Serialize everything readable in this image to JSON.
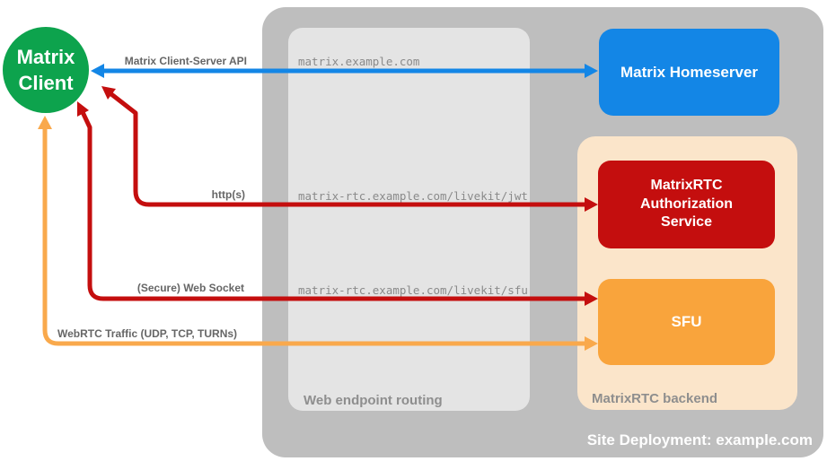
{
  "title": "Site Deployment: example.com",
  "client": {
    "line1": "Matrix",
    "line2": "Client",
    "color": "#0da34d"
  },
  "homeserver": {
    "label": "Matrix Homeserver",
    "color": "#1386e6"
  },
  "auth_service": {
    "label": "MatrixRTC Authorization Service",
    "color": "#c40e0e"
  },
  "sfu": {
    "label": "SFU",
    "color": "#f9a43c"
  },
  "web_endpoint_routing": {
    "caption": "Web endpoint routing",
    "color": "#e4e4e4"
  },
  "matrixrtc_backend": {
    "caption": "MatrixRTC backend",
    "color": "#fbe5ca"
  },
  "site_container": {
    "color": "#bebebe"
  },
  "arrows": [
    {
      "id": "matrix-client-server-api",
      "label": "Matrix Client-Server API",
      "color": "#1386e6",
      "from": "Matrix Client",
      "to": "Matrix Homeserver",
      "bidirectional": true
    },
    {
      "id": "https",
      "label": "http(s)",
      "color": "#c40e0e",
      "from": "Matrix Client",
      "to": "MatrixRTC Authorization Service",
      "bidirectional": true
    },
    {
      "id": "secure-web-socket",
      "label": "(Secure) Web Socket",
      "color": "#c40e0e",
      "from": "Matrix Client",
      "to": "SFU",
      "bidirectional": true
    },
    {
      "id": "webrtc-traffic",
      "label": "WebRTC Traffic (UDP, TCP, TURNs)",
      "color": "#f9a94c",
      "from": "Matrix Client",
      "to": "SFU",
      "bidirectional": true
    }
  ],
  "endpoints": [
    {
      "path": "matrix.example.com"
    },
    {
      "path": "matrix-rtc.example.com/livekit/jwt"
    },
    {
      "path": "matrix-rtc.example.com/livekit/sfu"
    }
  ]
}
